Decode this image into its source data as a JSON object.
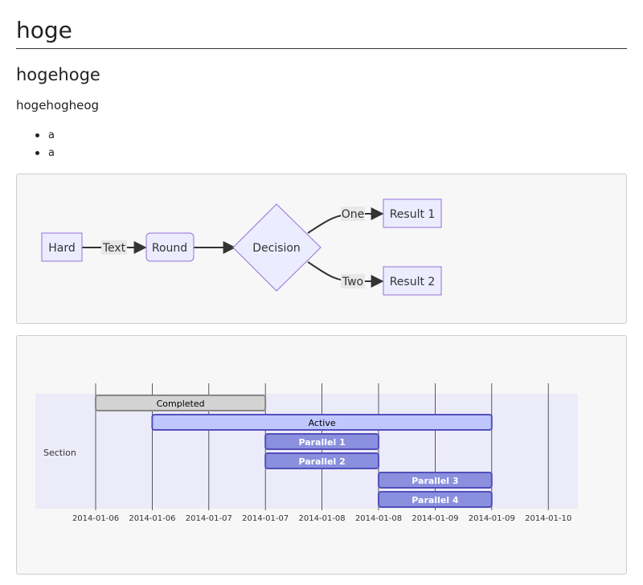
{
  "heading": "hoge",
  "subheading": "hogehoge",
  "paragraph": "hogehogheog",
  "bullets": [
    "a",
    "a"
  ],
  "flowchart": {
    "nodes": {
      "hard": "Hard",
      "round": "Round",
      "decision": "Decision",
      "result1": "Result 1",
      "result2": "Result 2"
    },
    "edge_labels": {
      "hard_round": "Text",
      "decision_result1": "One",
      "decision_result2": "Two"
    },
    "colors": {
      "node_fill": "#ECECFF",
      "node_stroke": "#9370DB",
      "edge_label_bg": "#e8e8e8"
    }
  },
  "gantt": {
    "section": "Section",
    "tasks": [
      {
        "name": "Completed",
        "status": "done",
        "start": "2014-01-06 12:00",
        "end": "2014-01-08 00:00"
      },
      {
        "name": "Active",
        "status": "active",
        "start": "2014-01-07 00:00",
        "end": "2014-01-10 00:00"
      },
      {
        "name": "Parallel 1",
        "status": "normal",
        "start": "2014-01-08 00:00",
        "end": "2014-01-09 00:00"
      },
      {
        "name": "Parallel 2",
        "status": "normal",
        "start": "2014-01-08 00:00",
        "end": "2014-01-09 00:00"
      },
      {
        "name": "Parallel 3",
        "status": "normal",
        "start": "2014-01-09 00:00",
        "end": "2014-01-10 00:00"
      },
      {
        "name": "Parallel 4",
        "status": "normal",
        "start": "2014-01-09 00:00",
        "end": "2014-01-10 00:00"
      }
    ],
    "tick_labels": [
      "2014-01-06",
      "2014-01-06",
      "2014-01-07",
      "2014-01-07",
      "2014-01-08",
      "2014-01-08",
      "2014-01-09",
      "2014-01-09",
      "2014-01-10"
    ],
    "colors": {
      "section_bg": "#ECEBF9",
      "done_fill": "#d3d3d3",
      "done_stroke": "#888888",
      "active_fill": "#bfc7ff",
      "active_stroke": "#534fbc",
      "normal_fill": "#8a90dd",
      "normal_stroke": "#534fbc",
      "grid": "#333333"
    }
  }
}
